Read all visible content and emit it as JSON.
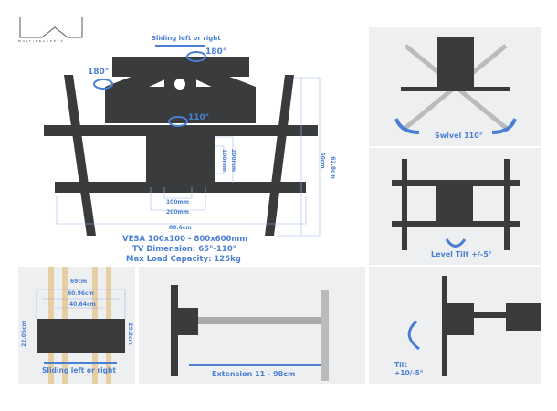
{
  "brand": {
    "logo_text": "MULTIBRACKETS"
  },
  "main": {
    "sliding_label": "Sliding left or right",
    "rotation_top_right": "180°",
    "rotation_left": "180°",
    "rotation_center": "110°",
    "dim_vesa_100_h": "100mm",
    "dim_vesa_200_h": "200mm",
    "dim_vesa_100_v": "100mm",
    "dim_vesa_200_v": "200mm",
    "dim_width": "88.6cm",
    "dim_height_inner": "60cm",
    "dim_height_outer": "62.8cm",
    "spec_vesa": "VESA 100x100 - 800x600mm",
    "spec_tv": "TV Dimension: 65\"-110\"",
    "spec_load": "Max Load Capacity: 125kg"
  },
  "panels": {
    "swivel_label": "Swivel 110°",
    "level_tilt_label": "Level Tilt +/-5°",
    "wall_plate": {
      "dim_69": "69cm",
      "dim_6096": "60.96cm",
      "dim_4064": "40.64cm",
      "dim_2205": "22.05cm",
      "dim_292": "29.2cm",
      "sliding_label": "Sliding left or right"
    },
    "extension_label": "Extension 11 - 98cm",
    "tilt_label_line1": "Tilt",
    "tilt_label_line2": "+10/-5°"
  },
  "colors": {
    "accent": "#4a7fd4",
    "mount": "#3a3b3d",
    "panel_bg": "#eeeff1",
    "wood": "#e7cfa4"
  }
}
